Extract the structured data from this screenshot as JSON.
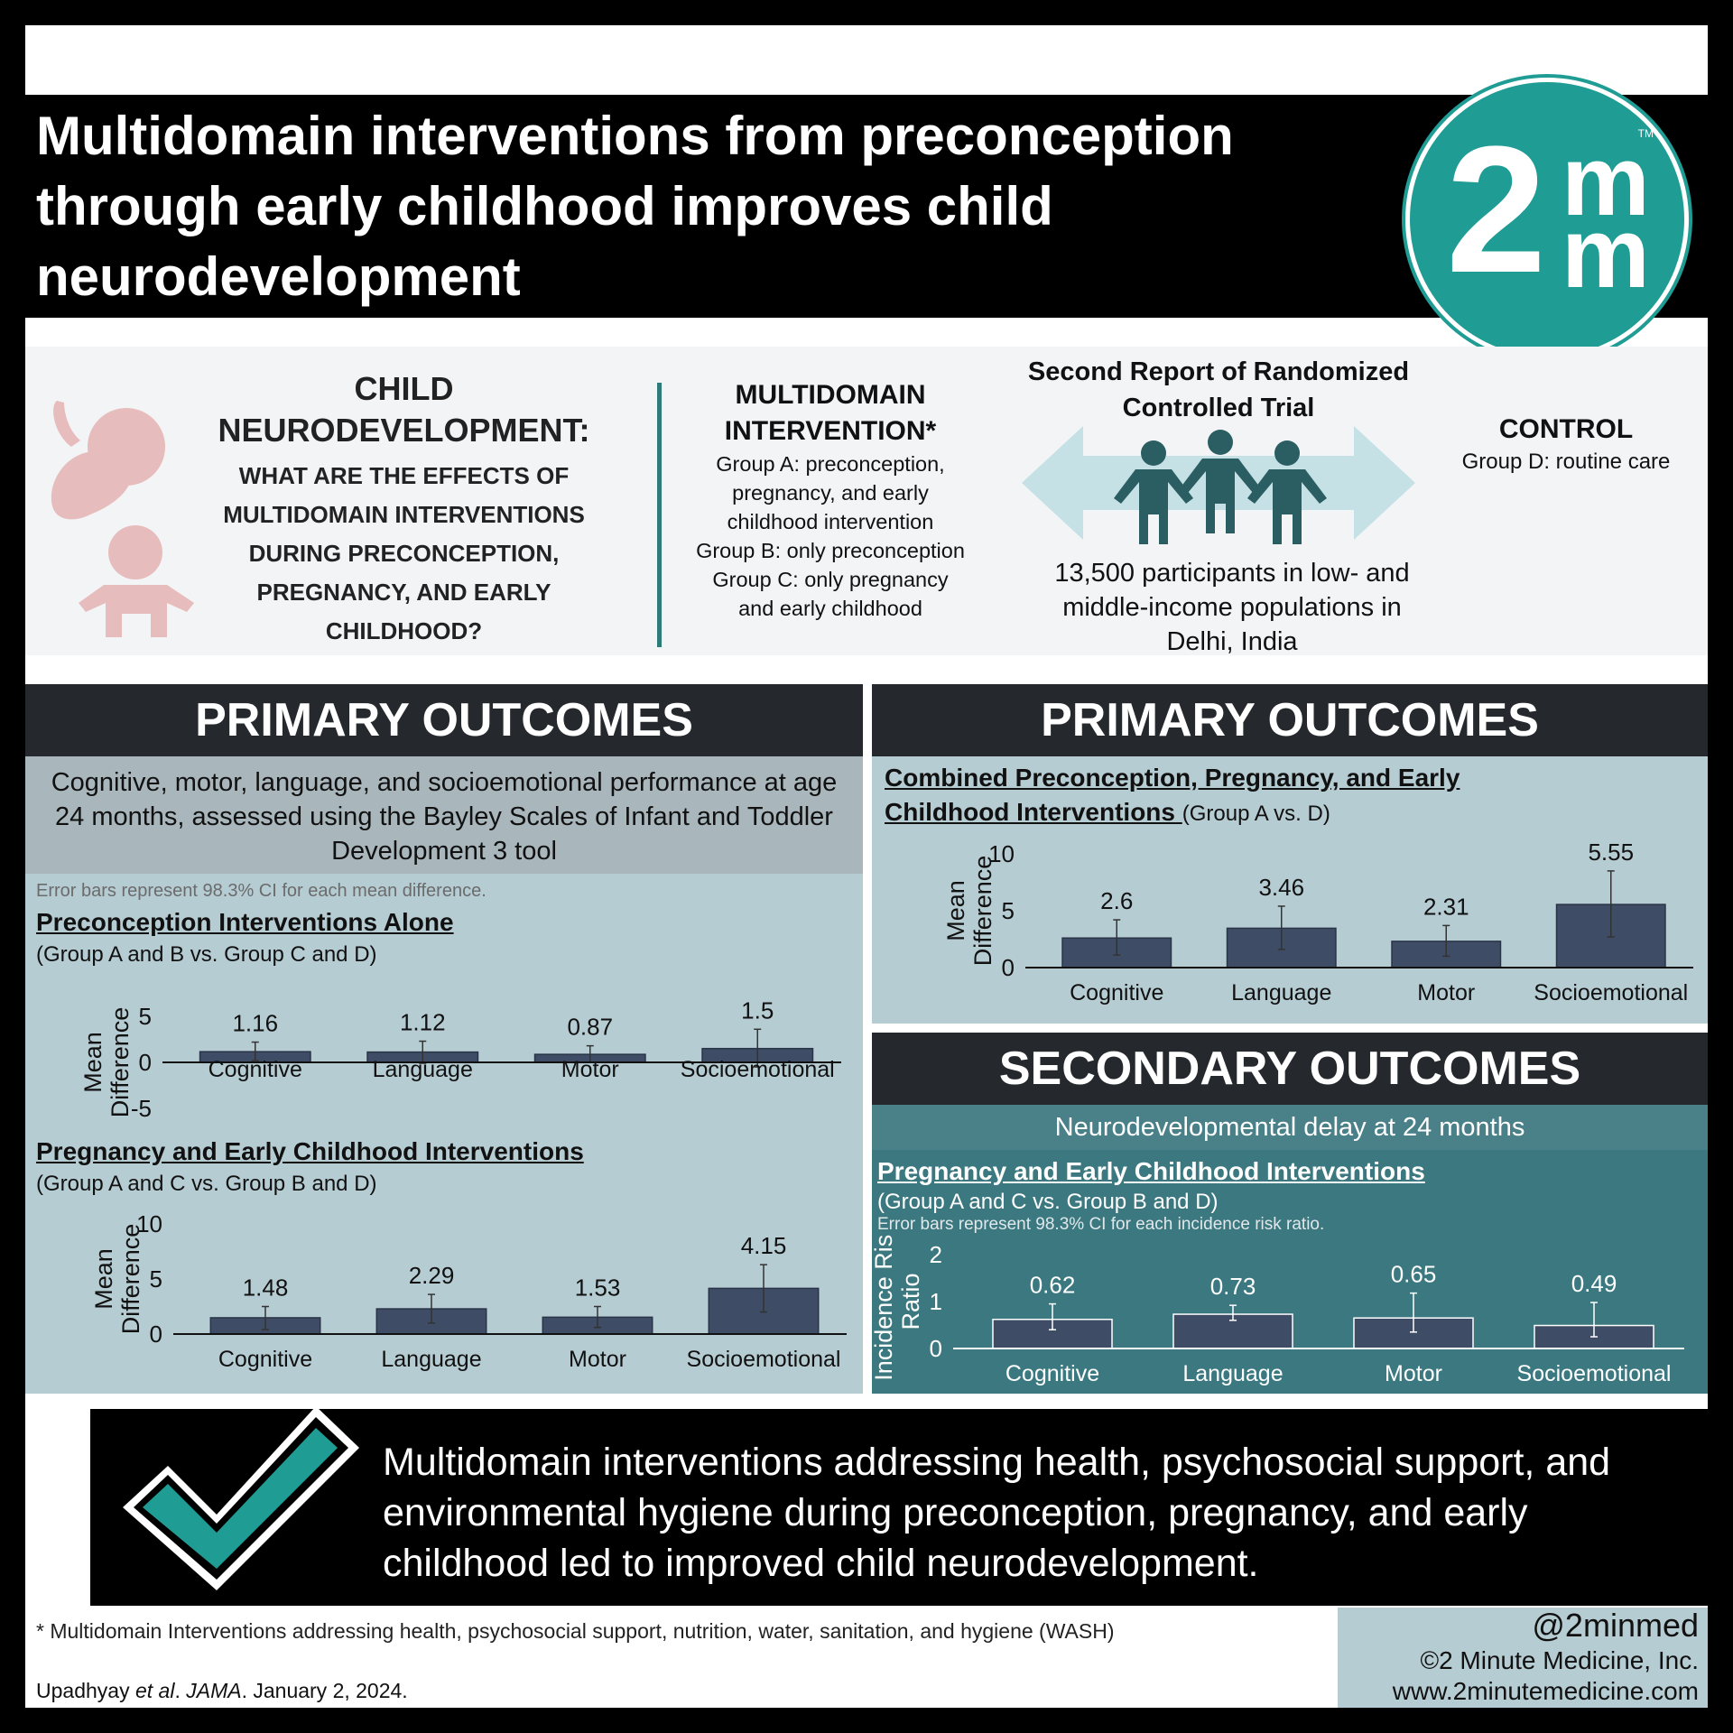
{
  "title": "Multidomain interventions from preconception through early childhood improves child neurodevelopment",
  "logo": {
    "two": "2",
    "m_top": "m",
    "m_bottom": "m",
    "tm": "TM"
  },
  "intro": {
    "question_title": "CHILD NEURODEVELOPMENT:",
    "question_lines": [
      "WHAT ARE THE EFFECTS OF",
      "MULTIDOMAIN INTERVENTIONS",
      "DURING PRECONCEPTION,",
      "PREGNANCY, AND EARLY",
      "CHILDHOOD?"
    ],
    "intervention_title_1": "MULTIDOMAIN",
    "intervention_title_2": "INTERVENTION*",
    "intervention_lines": [
      "Group A: preconception,",
      "pregnancy, and early",
      "childhood intervention",
      "Group B: only preconception",
      "Group C: only pregnancy",
      "and early childhood"
    ],
    "trial_title_1": "Second Report of Randomized",
    "trial_title_2": "Controlled Trial",
    "trial_lines": [
      "13,500 participants in low- and",
      "middle-income populations in",
      "Delhi, India"
    ],
    "control_title": "CONTROL",
    "control_text": "Group D: routine care"
  },
  "left_panel": {
    "heading": "PRIMARY OUTCOMES",
    "desc": "Cognitive, motor, language, and socioemotional performance at age 24 months, assessed using the Bayley Scales of Infant and Toddler Development 3 tool",
    "note": "Error bars represent 98.3% CI for each mean difference.",
    "chart1_title": "Preconception Interventions Alone",
    "chart1_sub": "(Group A and B vs. Group C and D)",
    "chart2_title": "Pregnancy and Early Childhood Interventions",
    "chart2_sub": "(Group A and C vs. Group B and D)"
  },
  "right_top": {
    "heading": "PRIMARY OUTCOMES",
    "title_1": "Combined Preconception, Pregnancy, and Early",
    "title_2": "Childhood Interventions ",
    "sub": "(Group A vs. D)"
  },
  "right_bottom": {
    "heading": "SECONDARY OUTCOMES",
    "desc": "Neurodevelopmental delay at 24 months",
    "title": "Pregnancy and Early Childhood Interventions",
    "sub": "(Group A and C vs. Group B and D)",
    "note": "Error bars represent 98.3% CI for each incidence risk ratio."
  },
  "conclusion": "Multidomain interventions addressing health, psychosocial support, and environmental hygiene during preconception, pregnancy, and early childhood led to improved child neurodevelopment.",
  "footnote": "* Multidomain Interventions addressing health, psychosocial support, nutrition, water, sanitation, and hygiene (WASH)",
  "citation": {
    "authors": "Upadhyay ",
    "etal": "et al",
    "sep": ". ",
    "journal": "JAMA",
    "date": ". January 2, 2024."
  },
  "brand": {
    "handle": "@2minmed",
    "copyright": "©2 Minute Medicine, Inc.",
    "url": "www.2minutemedicine.com"
  },
  "colors": {
    "bar": "#3e4c66",
    "teal": "#1f9c94",
    "panel_blue": "#b6ccd3",
    "secondary_teal": "#3b7880",
    "icon_pink": "#e6bcbc",
    "people": "#2a5e63"
  },
  "chart_data": [
    {
      "id": "preconception",
      "type": "bar",
      "categories": [
        "Cognitive",
        "Language",
        "Motor",
        "Socioemotional"
      ],
      "values": [
        1.16,
        1.12,
        0.87,
        1.5
      ],
      "labels": [
        "1.16",
        "1.12",
        "0.87",
        "1.5"
      ],
      "ci_low": [
        0.2,
        -0.1,
        0.0,
        -0.5
      ],
      "ci_high": [
        2.2,
        2.3,
        1.8,
        3.6
      ],
      "ylabel": "Mean Difference",
      "ylim": [
        -5,
        5
      ],
      "yticks": [
        "5",
        "0",
        "-5"
      ]
    },
    {
      "id": "pregnancy",
      "type": "bar",
      "categories": [
        "Cognitive",
        "Language",
        "Motor",
        "Socioemotional"
      ],
      "values": [
        1.48,
        2.29,
        1.53,
        4.15
      ],
      "labels": [
        "1.48",
        "2.29",
        "1.53",
        "4.15"
      ],
      "ci_low": [
        0.4,
        1.0,
        0.6,
        2.0
      ],
      "ci_high": [
        2.5,
        3.6,
        2.5,
        6.3
      ],
      "ylabel": "Mean Difference",
      "ylim": [
        0,
        10
      ],
      "yticks": [
        "10",
        "5",
        "0"
      ]
    },
    {
      "id": "combined",
      "type": "bar",
      "categories": [
        "Cognitive",
        "Language",
        "Motor",
        "Socioemotional"
      ],
      "values": [
        2.6,
        3.46,
        2.31,
        5.55
      ],
      "labels": [
        "2.6",
        "3.46",
        "2.31",
        "5.55"
      ],
      "ci_low": [
        1.1,
        1.6,
        1.0,
        2.7
      ],
      "ci_high": [
        4.2,
        5.4,
        3.7,
        8.5
      ],
      "ylabel": "Mean Difference",
      "ylim": [
        0,
        10
      ],
      "yticks": [
        "10",
        "5",
        "0"
      ]
    },
    {
      "id": "secondary",
      "type": "bar",
      "categories": [
        "Cognitive",
        "Language",
        "Motor",
        "Socioemotional"
      ],
      "values": [
        0.62,
        0.73,
        0.65,
        0.49
      ],
      "labels": [
        "0.62",
        "0.73",
        "0.65",
        "0.49"
      ],
      "ci_low": [
        0.4,
        0.6,
        0.35,
        0.25
      ],
      "ci_high": [
        0.95,
        0.92,
        1.18,
        0.98
      ],
      "ylabel": "Incidence Risk Ratio",
      "ylim": [
        0,
        2
      ],
      "yticks": [
        "2",
        "1",
        "0"
      ]
    }
  ]
}
